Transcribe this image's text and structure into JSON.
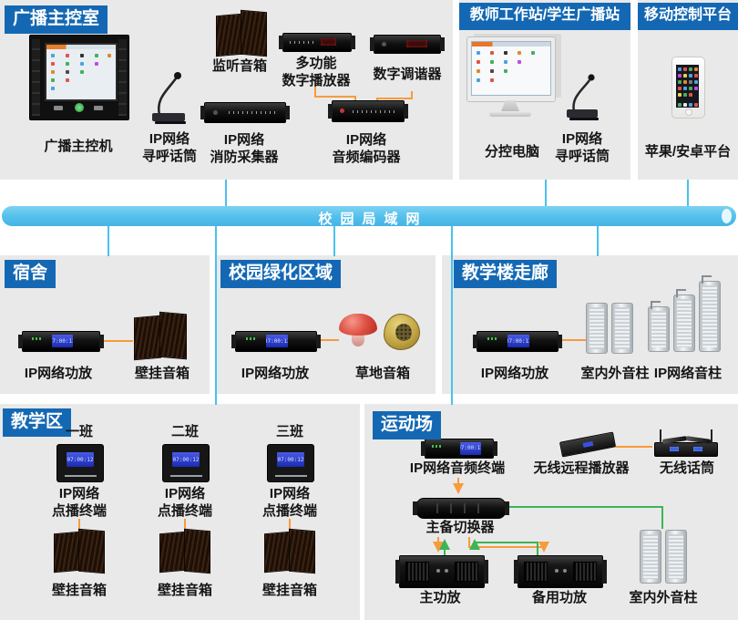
{
  "lan": {
    "label": "校园局域网"
  },
  "screen_text": "07:00:12",
  "colors": {
    "header_bg": "#1468B3",
    "section_bg": "#E9E9E9",
    "lan_bar": "#53BFEC",
    "line_blue": "#48C2EF",
    "line_orange": "#F79B3B",
    "line_green": "#3CB554"
  },
  "sections": {
    "master": {
      "title": "广播主控室",
      "devices": {
        "main_controller": "广播主控机",
        "paging_mic": "IP网络\n寻呼话筒",
        "monitor_speaker": "监听音箱",
        "fire_collector": "IP网络\n消防采集器",
        "digital_player": "多功能\n数字播放器",
        "digital_tuner": "数字调谐器",
        "audio_encoder": "IP网络\n音频编码器"
      }
    },
    "teacher": {
      "title": "教师工作站/学生广播站",
      "devices": {
        "control_pc": "分控电脑",
        "paging_mic": "IP网络\n寻呼话筒"
      }
    },
    "mobile": {
      "title": "移动控制平台",
      "devices": {
        "platform": "苹果/安卓平台"
      }
    },
    "dorm": {
      "title": "宿舍",
      "devices": {
        "ip_amp": "IP网络功放",
        "wall_speaker": "壁挂音箱"
      }
    },
    "green": {
      "title": "校园绿化区域",
      "devices": {
        "ip_amp": "IP网络功放",
        "lawn_speaker": "草地音箱"
      }
    },
    "corridor": {
      "title": "教学楼走廊",
      "devices": {
        "ip_amp": "IP网络功放",
        "column_speaker": "室内外音柱",
        "ip_column": "IP网络音柱"
      }
    },
    "teaching": {
      "title": "教学区",
      "classes": [
        {
          "name": "一班",
          "terminal": "IP网络\n点播终端",
          "speaker": "壁挂音箱"
        },
        {
          "name": "二班",
          "terminal": "IP网络\n点播终端",
          "speaker": "壁挂音箱"
        },
        {
          "name": "三班",
          "terminal": "IP网络\n点播终端",
          "speaker": "壁挂音箱"
        }
      ]
    },
    "sports": {
      "title": "运动场",
      "devices": {
        "audio_terminal": "IP网络音频终端",
        "wireless_player": "无线远程播放器",
        "wireless_mic": "无线话筒",
        "switcher": "主备切换器",
        "main_amp": "主功放",
        "backup_amp": "备用功放",
        "column_speaker": "室内外音柱"
      }
    }
  }
}
